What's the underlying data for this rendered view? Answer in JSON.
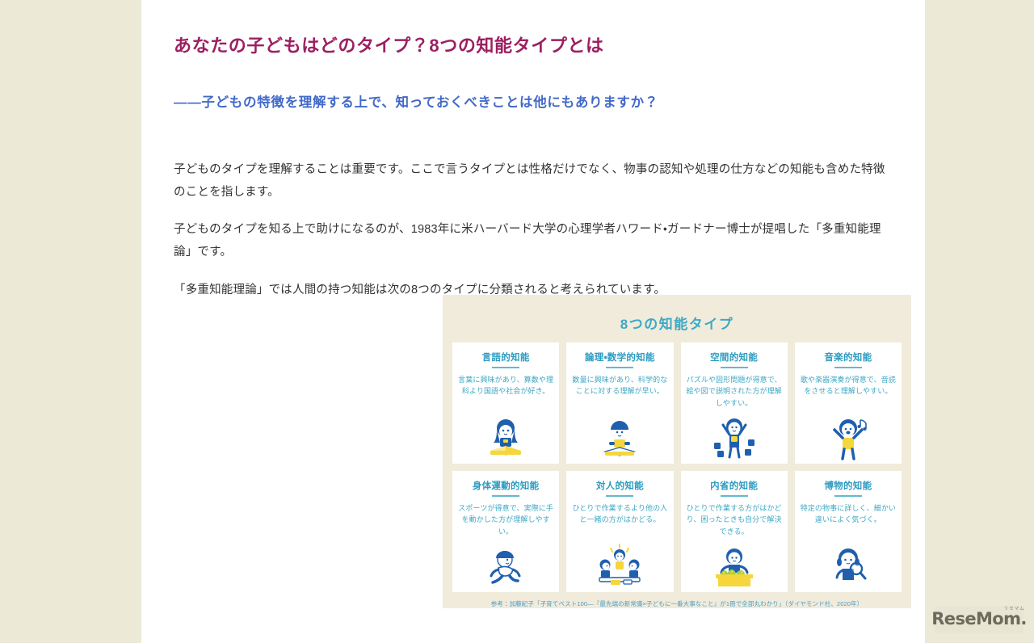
{
  "theme": {
    "page_background": "#ECEAD6",
    "sheet_background": "#FFFFFF",
    "title_color": "#9C2061",
    "heading_color": "#4169C8",
    "body_color": "#333333",
    "infographic_background": "#F1EBDB",
    "infographic_accent": "#3FA8C4"
  },
  "article": {
    "title": "あなたの子どもはどのタイプ？8つの知能タイプとは",
    "question_heading": "――子どもの特徴を理解する上で、知っておくべきことは他にもありますか？",
    "paragraphs": [
      "子どものタイプを理解することは重要です。ここで言うタイプとは性格だけでなく、物事の認知や処理の仕方などの知能も含めた特徴のことを指します。",
      "子どものタイプを知る上で助けになるのが、1983年に米ハーバード大学の心理学者ハワード・ガードナー博士が提唱した「多重知能理論」です。",
      "「多重知能理論」では人間の持つ知能は次の8つのタイプに分類されると考えられています。"
    ]
  },
  "infographic": {
    "title": "8つの知能タイプ",
    "credit": "参考：加藤紀子「子育てベスト100―『最先端の新常識×子どもに一番大事なこと』が1冊で全部丸わかり」（ダイヤモンド社、2020年）",
    "cards": [
      {
        "title": "言語的知能",
        "description": "言葉に興味があり、算数や理科より国語や社会が好き。",
        "icon": "girl-reading-book-icon"
      },
      {
        "title": "論理・数学的知能",
        "description": "数量に興味があり、科学的なことに対する理解が早い。",
        "icon": "boy-studying-icon"
      },
      {
        "title": "空間的知能",
        "description": "パズルや図形問題が得意で、絵や図で説明された方が理解しやすい。",
        "icon": "child-puzzle-icon"
      },
      {
        "title": "音楽的知能",
        "description": "歌や楽器演奏が得意で、音読をさせると理解しやすい。",
        "icon": "singing-child-icon"
      },
      {
        "title": "身体運動的知能",
        "description": "スポーツが得意で、実際に手を動かした方が理解しやすい。",
        "icon": "running-child-icon"
      },
      {
        "title": "対人的知能",
        "description": "ひとりで作業するより他の人と一緒の方がはかどる。",
        "icon": "group-of-children-icon"
      },
      {
        "title": "内省的知能",
        "description": "ひとりで作業する方がはかどり、困ったときも自分で解決できる。",
        "icon": "child-at-desk-icon"
      },
      {
        "title": "博物的知能",
        "description": "特定の物事に詳しく、細かい違いによく気づく。",
        "icon": "child-with-magnifier-icon"
      }
    ]
  },
  "watermark": {
    "brand": "ReseMom.",
    "kana": "リセマム"
  }
}
